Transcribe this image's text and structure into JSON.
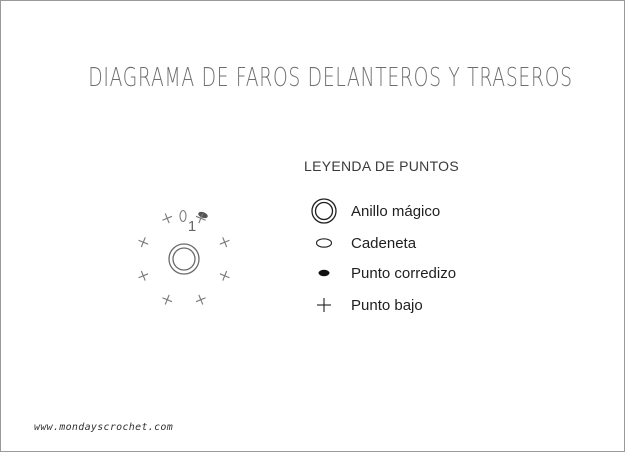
{
  "page": {
    "title": "DIAGRAMA DE FAROS DELANTEROS Y TRASEROS",
    "website": "www.mondayscrochet.com"
  },
  "legend": {
    "title": "LEYENDA DE PUNTOS",
    "items": [
      {
        "label": "Anillo mágico",
        "icon": "magic-ring-icon"
      },
      {
        "label": "Cadeneta",
        "icon": "chain-stitch-icon"
      },
      {
        "label": "Punto corredizo",
        "icon": "slip-stitch-icon"
      },
      {
        "label": "Punto bajo",
        "icon": "single-crochet-icon"
      }
    ]
  },
  "chart": {
    "round_label": "1",
    "stitch_count": 8,
    "colors": {
      "stitch": "#7a7a7a",
      "ring": "#6a6a6a",
      "slip": "#555555"
    }
  }
}
